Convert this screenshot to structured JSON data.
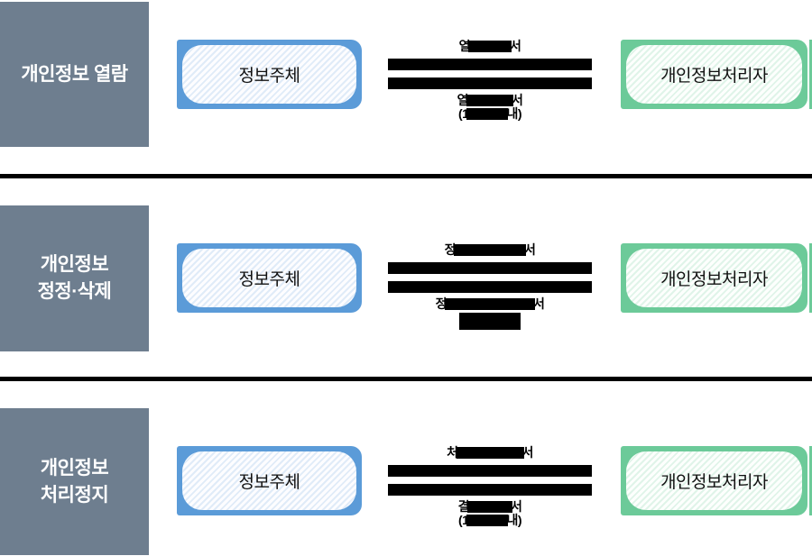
{
  "colors": {
    "row_label_bg": "#6e7e8f",
    "row_label_text": "#ffffff",
    "subject_box_border": "#5b9bd8",
    "processor_box_border": "#6cca99",
    "divider": "#000000",
    "redaction": "#000000"
  },
  "rows": [
    {
      "label_lines": [
        "개인정보 열람"
      ],
      "subject": "정보주체",
      "processor": "개인정보처리자",
      "request_label": {
        "prefix": "열",
        "suffix": "서"
      },
      "response_line1": {
        "prefix": "열",
        "suffix": "서"
      },
      "response_line2": {
        "prefix": "(1",
        "suffix": "내)"
      }
    },
    {
      "label_lines": [
        "개인정보",
        "정정·삭제"
      ],
      "subject": "정보주체",
      "processor": "개인정보처리자",
      "request_label": {
        "prefix": "정",
        "suffix": "서"
      },
      "response_line1": {
        "prefix": "정",
        "suffix": "서"
      }
    },
    {
      "label_lines": [
        "개인정보",
        "처리정지"
      ],
      "subject": "정보주체",
      "processor": "개인정보처리자",
      "request_label": {
        "prefix": "처",
        "suffix": "서"
      },
      "response_line1": {
        "prefix": "결",
        "suffix": "서"
      },
      "response_line2": {
        "prefix": "(1",
        "suffix": "내)"
      }
    }
  ]
}
